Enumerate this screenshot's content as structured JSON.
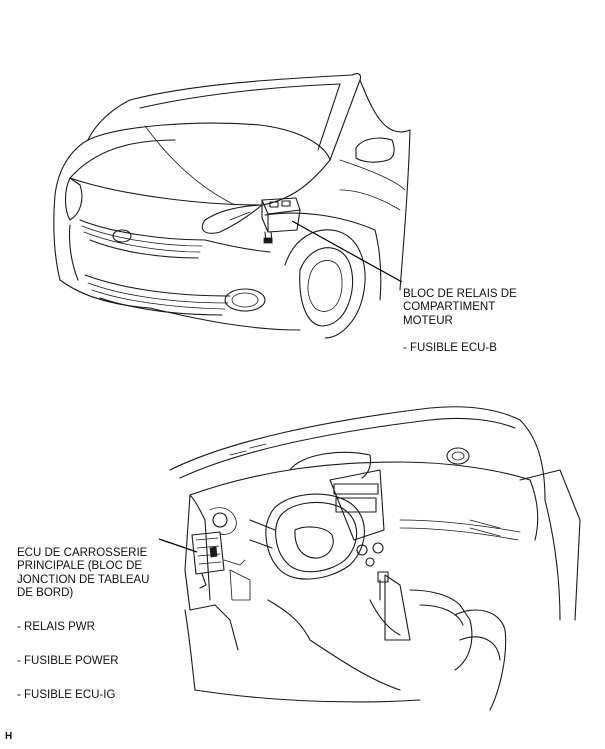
{
  "figure_code": "H",
  "callouts": {
    "engine_relay_block": {
      "title": "BLOC DE RELAIS DE\nCOMPARTIMENT\nMOTEUR",
      "items": [
        "- FUSIBLE ECU-B"
      ]
    },
    "main_body_ecu": {
      "title": "ECU DE CARROSSERIE\nPRINCIPALE (BLOC DE\nJONCTION DE TABLEAU\nDE BORD)",
      "items": [
        "- RELAIS PWR",
        "- FUSIBLE POWER",
        "- FUSIBLE ECU-IG"
      ]
    }
  }
}
